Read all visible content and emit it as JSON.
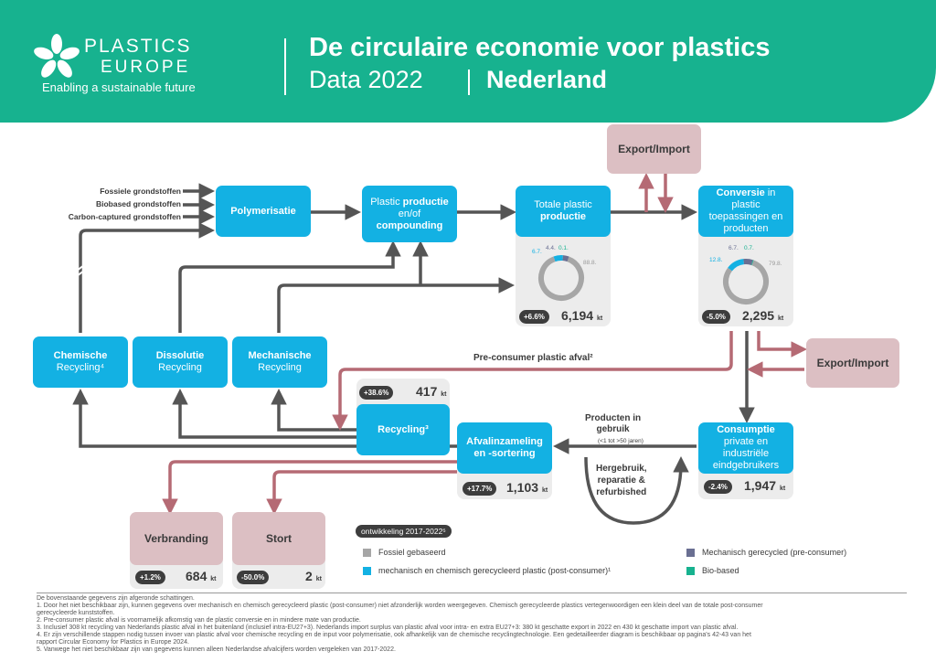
{
  "header": {
    "logo_line1": "PLASTICS",
    "logo_line2": "EUROPE",
    "tagline": "Enabling a sustainable future",
    "title": "De circulaire economie voor plastics",
    "data_label": "Data 2022",
    "country": "Nederland"
  },
  "colors": {
    "header_green": "#17b28f",
    "box_blue": "#13b1e3",
    "flow_gray": "#555555",
    "flow_red": "#b56a74",
    "pink_box": "#dcbfc3",
    "fossil": "#a6a6a6",
    "recycled_post": "#13b1e3",
    "mech_pre": "#6a6f92",
    "bio": "#17b28f"
  },
  "sources": [
    "Fossiele grondstoffen",
    "Biobased grondstoffen",
    "Carbon-captured grondstoffen"
  ],
  "nodes": {
    "polymerisatie": "Polymerisatie",
    "productie_pre": "Plastic",
    "productie_bold": "productie",
    "productie_mid": "en/of",
    "productie_bold2": "compounding",
    "totale_pre": "Totale plastic",
    "totale_bold": "productie",
    "conversie_bold": "Conversie",
    "conversie_rest1": "in",
    "conversie_rest2": "plastic",
    "conversie_rest3": "toepassingen en",
    "conversie_rest4": "producten",
    "export_import_top": "Export/Import",
    "export_import_right": "Export/Import",
    "chemische_bold": "Chemische",
    "chemische_rest": "Recycling⁴",
    "dissolutie_bold": "Dissolutie",
    "dissolutie_rest": "Recycling",
    "mechanische_bold": "Mechanische",
    "mechanische_rest": "Recycling",
    "recycling": "Recycling³",
    "afval_line1": "Afvalinzameling",
    "afval_line2": "en -sortering",
    "consumptie_bold": "Consumptie",
    "consumptie_rest1": "private en",
    "consumptie_rest2": "industriële",
    "consumptie_rest3": "eindgebruikers",
    "verbranding": "Verbranding",
    "stort": "Stort"
  },
  "labels": {
    "pre_consumer": "Pre-consumer plastic afval²",
    "producten_in": "Producten in",
    "gebruik": "gebruik",
    "gebruik_sub": "(<1 tot >50 jaren)",
    "hergebruik1": "Hergebruik,",
    "hergebruik2": "reparatie &",
    "hergebruik3": "refurbished"
  },
  "stats": {
    "productie": {
      "change": "+6.6%",
      "value": "6,194",
      "unit": "kt"
    },
    "conversie": {
      "change": "-5.0%",
      "value": "2,295",
      "unit": "kt"
    },
    "recycling": {
      "change": "+38.6%",
      "value": "417",
      "unit": "kt"
    },
    "afval": {
      "change": "+17.7%",
      "value": "1,103",
      "unit": "kt"
    },
    "consumptie": {
      "change": "-2.4%",
      "value": "1,947",
      "unit": "kt"
    },
    "verbranding": {
      "change": "+1.2%",
      "value": "684",
      "unit": "kt"
    },
    "stort": {
      "change": "-50.0%",
      "value": "2",
      "unit": "kt"
    }
  },
  "donuts": {
    "productie": {
      "labels": {
        "recycled": "6.7.",
        "mech": "4.4.",
        "bio": "0.1.",
        "fossil": "88.8."
      },
      "values": [
        {
          "key": "fossil",
          "value": 88.8
        },
        {
          "key": "recycled",
          "value": 6.7
        },
        {
          "key": "mech",
          "value": 4.4
        },
        {
          "key": "bio",
          "value": 0.1
        }
      ]
    },
    "conversie": {
      "labels": {
        "recycled": "12.8.",
        "mech": "6.7.",
        "bio": "0.7.",
        "fossil": "79.8."
      },
      "values": [
        {
          "key": "fossil",
          "value": 79.8
        },
        {
          "key": "recycled",
          "value": 12.8
        },
        {
          "key": "mech",
          "value": 6.7
        },
        {
          "key": "bio",
          "value": 0.7
        }
      ]
    }
  },
  "legend": {
    "heading": "ontwikkeling 2017-2022⁵",
    "items": [
      {
        "label": "Fossiel gebaseerd",
        "color": "#a6a6a6"
      },
      {
        "label": "mechanisch en chemisch gerecycleerd plastic (post-consumer)¹",
        "color": "#13b1e3"
      },
      {
        "label": "Mechanisch gerecycled (pre-consumer)",
        "color": "#6a6f92"
      },
      {
        "label": "Bio-based",
        "color": "#17b28f"
      }
    ]
  },
  "footnotes": [
    "De bovenstaande gegevens zijn afgeronde schattingen.",
    "1.  Door het niet beschikbaar zijn, kunnen gegevens over mechanisch en chemisch gerecycleerd plastic (post-consumer) niet afzonderlijk worden weergegeven. Chemisch gerecycleerde plastics vertegenwoordigen een klein deel van de totale post-consumer",
    "     gerecycleerde kunststoffen.",
    "2.  Pre-consumer plastic afval is voornamelijk afkomstig van de plastic conversie en in mindere mate van productie.",
    "3.  Inclusief 308 kt recycling van Nederlands plastic afval in het buitenland (inclusief intra-EU27+3). Nederlands import surplus van plastic afval  voor intra- en extra EU27+3: 380 kt geschatte export in 2022 en 430 kt geschatte import van plastic afval.",
    "4.  Er zijn verschillende stappen nodig tussen invoer van plastic afval voor chemische recycling en de input voor polymerisatie, ook afhankelijk van de chemische recyclingtechnologie. Een gedetailleerder diagram is beschikbaar op pagina's 42-43 van het",
    "     rapport Circular Economy for Plastics in Europe 2024.",
    "5.  Vanwege het niet beschikbaar zijn van gegevens kunnen alleen Nederlandse afvalcijfers worden vergeleken van 2017-2022."
  ]
}
